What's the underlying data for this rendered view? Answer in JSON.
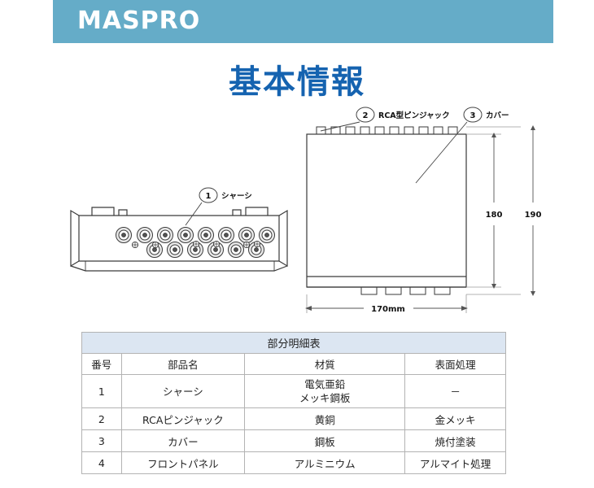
{
  "header": {
    "brand": "MASPRO",
    "banner_color": "#65acc8"
  },
  "title": "基本情報",
  "title_color": "#1563b0",
  "diagram": {
    "callouts": [
      {
        "num": "1",
        "label": "シャーシ"
      },
      {
        "num": "2",
        "label": "RCA型ピンジャック"
      },
      {
        "num": "3",
        "label": "カバー"
      }
    ],
    "dimensions": {
      "width": "170mm",
      "height_inner": "180",
      "height_outer": "190"
    }
  },
  "table": {
    "caption": "部分明細表",
    "columns": [
      "番号",
      "部品名",
      "材質",
      "表面処理"
    ],
    "rows": [
      {
        "no": "1",
        "name": "シャーシ",
        "material_l1": "電気亜鉛",
        "material_l2": "メッキ鋼板",
        "finish": "－"
      },
      {
        "no": "2",
        "name": "RCAピンジャック",
        "material": "黄銅",
        "finish": "金メッキ"
      },
      {
        "no": "3",
        "name": "カバー",
        "material": "鋼板",
        "finish": "焼付塗装"
      },
      {
        "no": "4",
        "name": "フロントパネル",
        "material": "アルミニウム",
        "finish": "アルマイト処理"
      }
    ]
  }
}
